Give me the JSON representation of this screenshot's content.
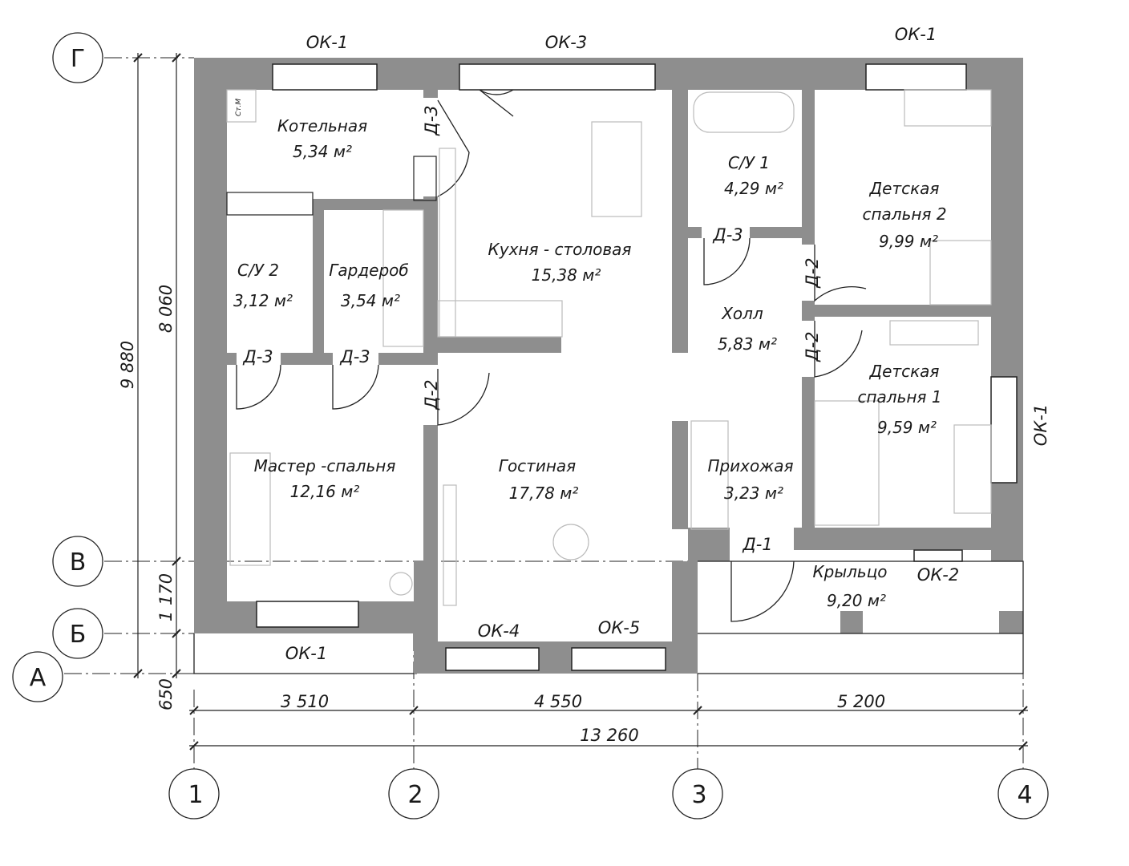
{
  "rooms": {
    "kotelnaya": {
      "name": "Котельная",
      "area": "5,34 м²"
    },
    "kitchen": {
      "name": "Кухня - столовая",
      "area": "15,38 м²"
    },
    "su1": {
      "name": "С/У 1",
      "area": "4,29 м²"
    },
    "child2": {
      "name1": "Детская",
      "name2": "спальня 2",
      "area": "9,99 м²"
    },
    "su2": {
      "name": "С/У 2",
      "area": "3,12 м²"
    },
    "garderob": {
      "name": "Гардероб",
      "area": "3,54 м²"
    },
    "hall": {
      "name": "Холл",
      "area": "5,83 м²"
    },
    "child1": {
      "name1": "Детская",
      "name2": "спальня 1",
      "area": "9,59 м²"
    },
    "master": {
      "name": "Мастер -спальня",
      "area": "12,16 м²"
    },
    "living": {
      "name": "Гостиная",
      "area": "17,78 м²"
    },
    "entry": {
      "name": "Прихожая",
      "area": "3,23 м²"
    },
    "porch": {
      "name": "Крыльцо",
      "area": "9,20 м²"
    }
  },
  "windows": {
    "ok1": "ОК-1",
    "ok2": "ОК-2",
    "ok3": "ОК-3",
    "ok4": "ОК-4",
    "ok5": "ОК-5"
  },
  "doors": {
    "d1": "Д-1",
    "d2": "Д-2",
    "d3": "Д-3"
  },
  "boiler_mark": "Ст.М",
  "axes": {
    "rows": [
      "Г",
      "В",
      "Б",
      "А"
    ],
    "cols": [
      "1",
      "2",
      "3",
      "4"
    ]
  },
  "dimensions": {
    "horizontal": [
      "3 510",
      "4 550",
      "5 200"
    ],
    "total_width": "13 260",
    "vertical_total": "9 880",
    "vertical_parts": [
      "8 060",
      "1 170",
      "650"
    ]
  }
}
